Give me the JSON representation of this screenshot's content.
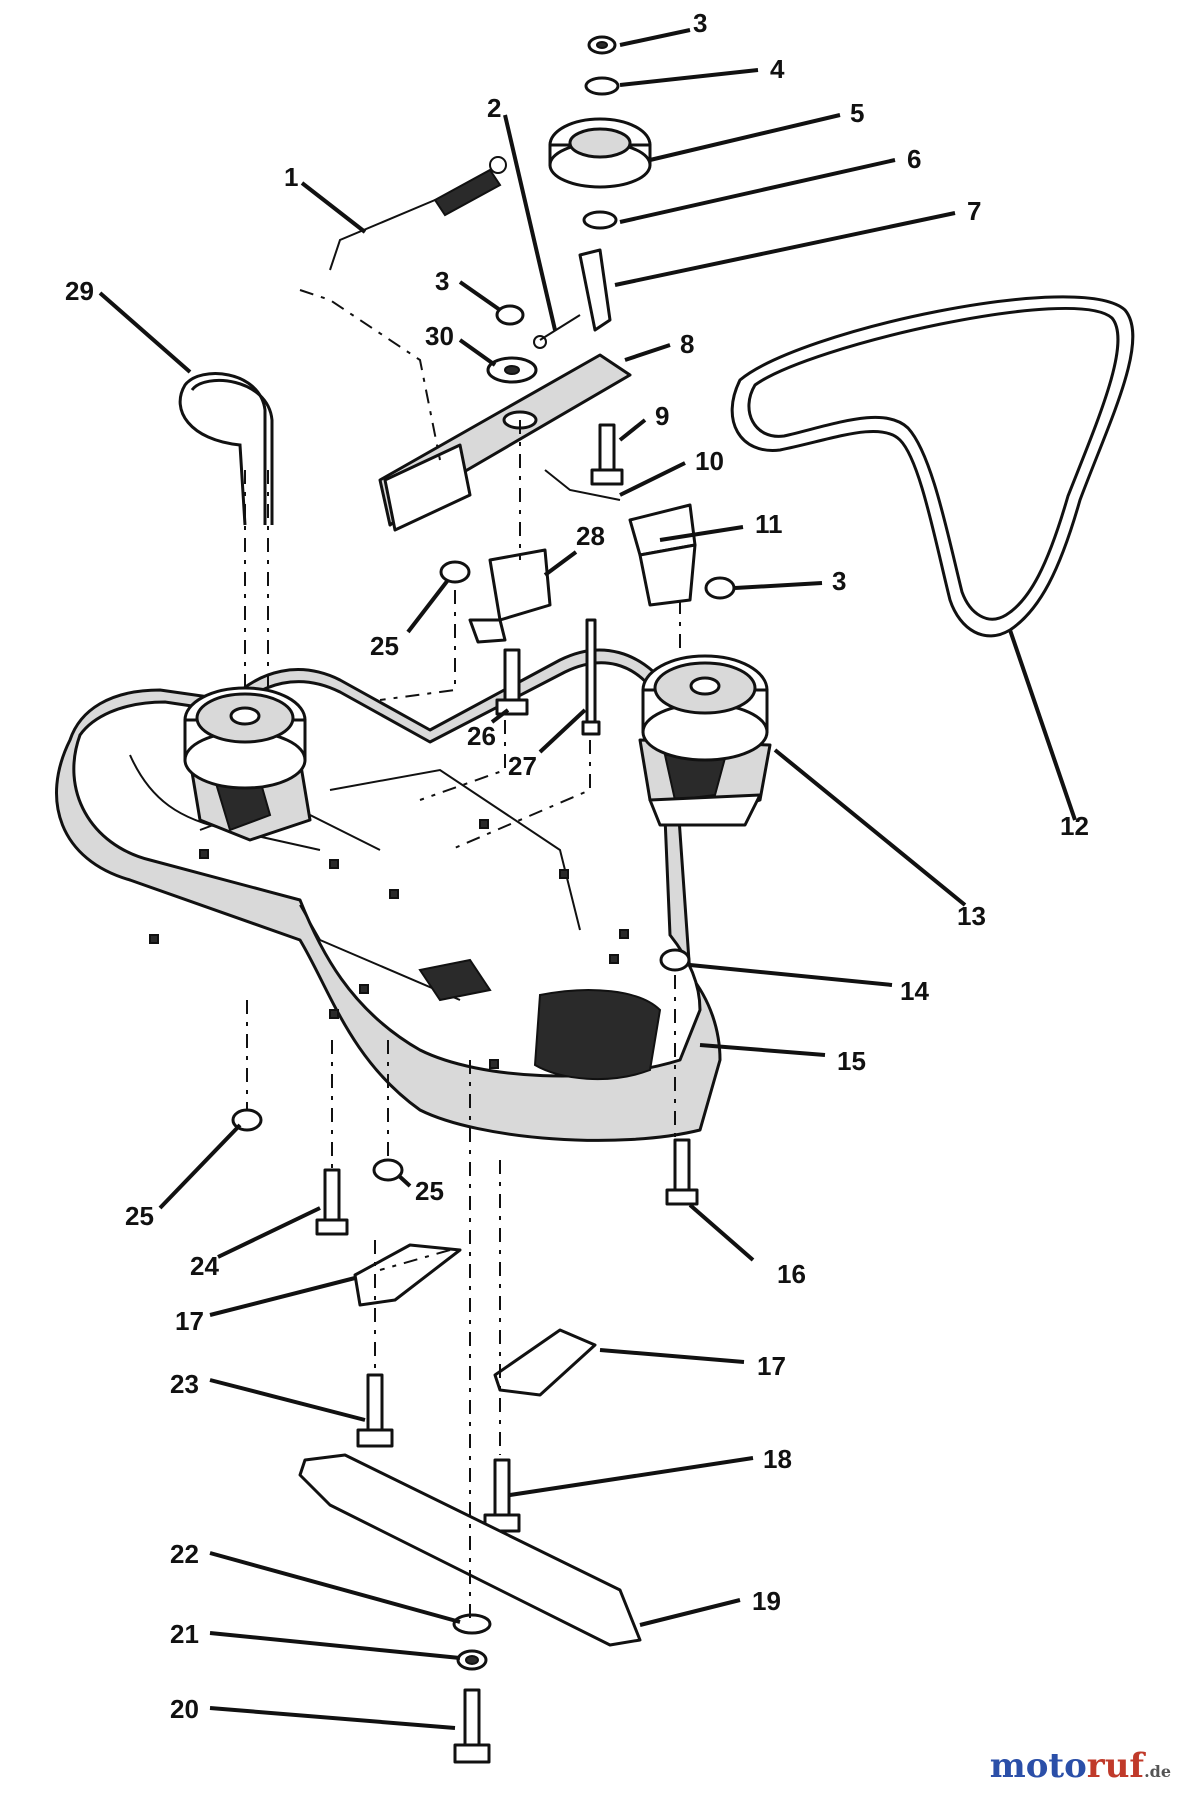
{
  "diagram": {
    "callouts": [
      "1",
      "2",
      "3",
      "3",
      "3",
      "4",
      "5",
      "6",
      "7",
      "8",
      "9",
      "10",
      "11",
      "12",
      "13",
      "14",
      "15",
      "16",
      "17",
      "17",
      "18",
      "19",
      "20",
      "21",
      "22",
      "23",
      "24",
      "25",
      "25",
      "25",
      "26",
      "27",
      "28",
      "29",
      "30"
    ]
  },
  "watermark": {
    "part1": "moto",
    "part2": "ruf",
    "part3": ".de"
  }
}
